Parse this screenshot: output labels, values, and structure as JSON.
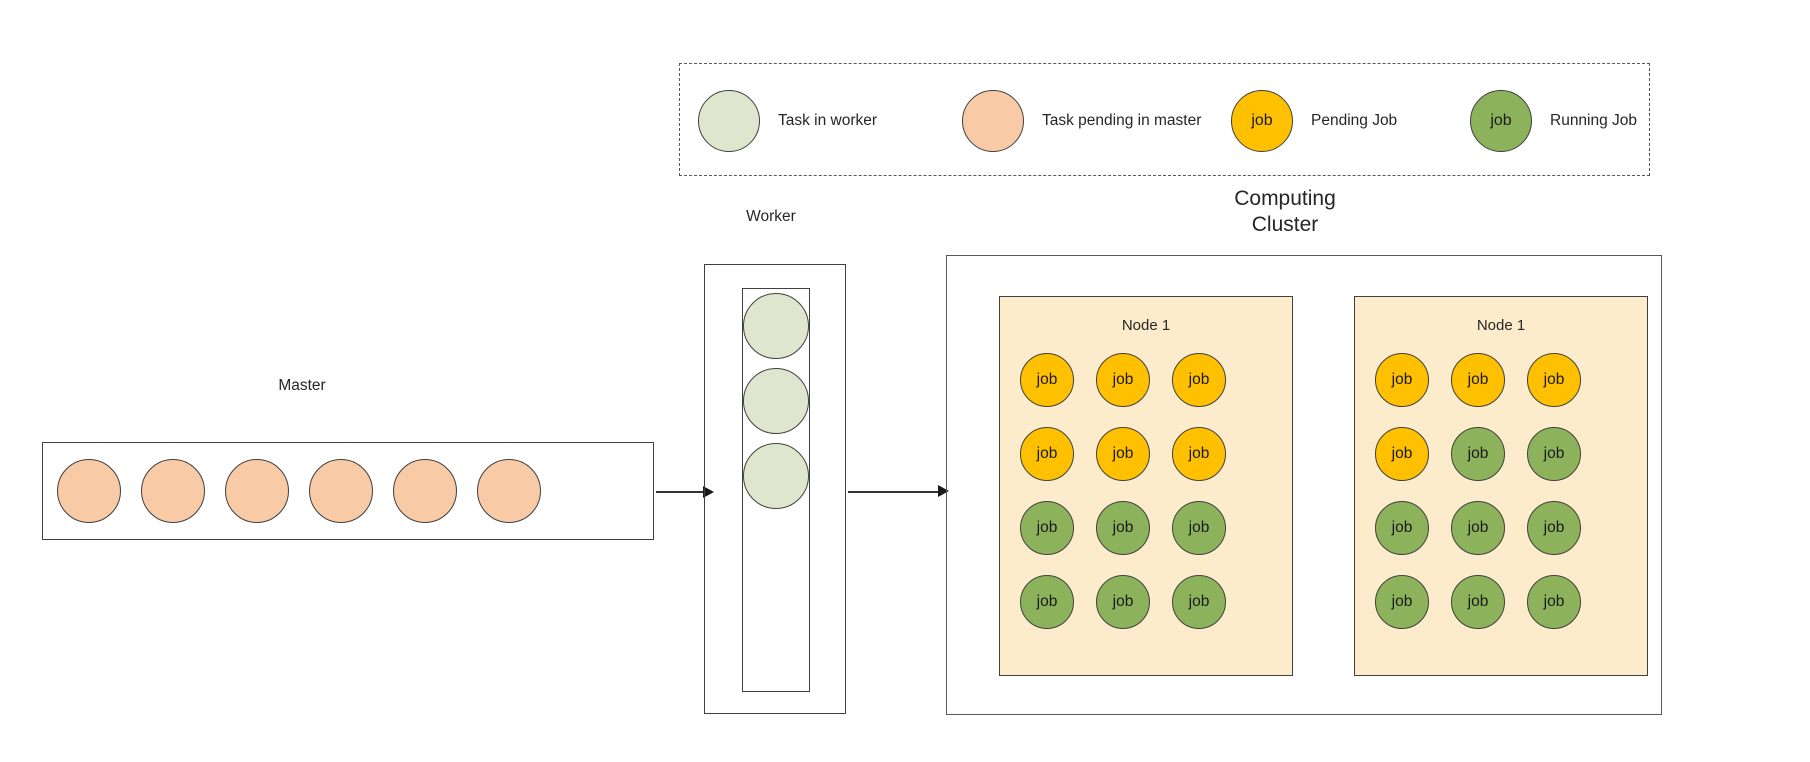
{
  "legend": {
    "items": [
      {
        "icon": "task-in-worker-circle",
        "label": "Task in worker",
        "text": "",
        "color": "#DEE7CD"
      },
      {
        "icon": "task-pending-in-master-circle",
        "label": "Task pending in master",
        "text": "",
        "color": "#F8CBA6"
      },
      {
        "icon": "pending-job-circle",
        "label": "Pending Job",
        "text": "job",
        "color": "#FFC000"
      },
      {
        "icon": "running-job-circle",
        "label": "Running Job",
        "text": "job",
        "color": "#8CB35B"
      }
    ]
  },
  "master": {
    "label": "Master",
    "tasks": [
      {
        "text": ""
      },
      {
        "text": ""
      },
      {
        "text": ""
      },
      {
        "text": ""
      },
      {
        "text": ""
      },
      {
        "text": ""
      }
    ]
  },
  "worker": {
    "label": "Worker",
    "tasks": [
      {
        "text": ""
      },
      {
        "text": ""
      },
      {
        "text": ""
      }
    ]
  },
  "cluster": {
    "title_line1": "Computing",
    "title_line2": "Cluster",
    "nodes": [
      {
        "label": "Node 1",
        "jobs": [
          {
            "text": "job",
            "state": "pending"
          },
          {
            "text": "job",
            "state": "pending"
          },
          {
            "text": "job",
            "state": "pending"
          },
          {
            "text": "job",
            "state": "pending"
          },
          {
            "text": "job",
            "state": "pending"
          },
          {
            "text": "job",
            "state": "pending"
          },
          {
            "text": "job",
            "state": "running"
          },
          {
            "text": "job",
            "state": "running"
          },
          {
            "text": "job",
            "state": "running"
          },
          {
            "text": "job",
            "state": "running"
          },
          {
            "text": "job",
            "state": "running"
          },
          {
            "text": "job",
            "state": "running"
          }
        ]
      },
      {
        "label": "Node 1",
        "jobs": [
          {
            "text": "job",
            "state": "pending"
          },
          {
            "text": "job",
            "state": "pending"
          },
          {
            "text": "job",
            "state": "pending"
          },
          {
            "text": "job",
            "state": "pending"
          },
          {
            "text": "job",
            "state": "running"
          },
          {
            "text": "job",
            "state": "running"
          },
          {
            "text": "job",
            "state": "running"
          },
          {
            "text": "job",
            "state": "running"
          },
          {
            "text": "job",
            "state": "running"
          },
          {
            "text": "job",
            "state": "running"
          },
          {
            "text": "job",
            "state": "running"
          },
          {
            "text": "job",
            "state": "running"
          }
        ]
      }
    ]
  },
  "colors": {
    "pending_job": "#FFC000",
    "running_job": "#8CB35B",
    "task_in_worker": "#DEE7CD",
    "task_pending_in_master": "#F8CBA6",
    "node_background": "#FCECCB",
    "stroke": "#404040"
  }
}
